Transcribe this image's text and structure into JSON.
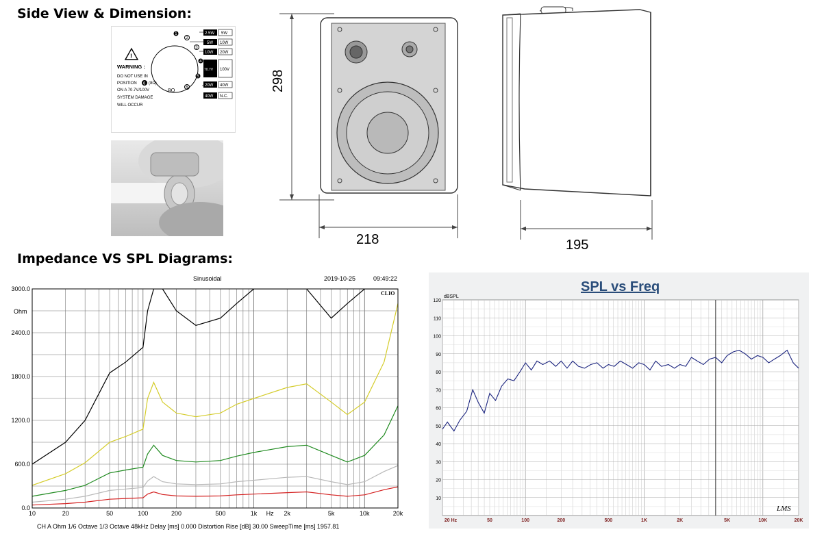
{
  "headings": {
    "side_view": "Side View & Dimension:",
    "impedance": "Impedance VS SPL Diagrams:"
  },
  "label_panel": {
    "warning_title": "WARNING :",
    "warning_lines": [
      "DO NOT USE IN",
      "POSITION",
      "(8Ω)",
      "ON A 70.7V/100V",
      "SYSTEM DAMAGE",
      "WILL OCCUR"
    ],
    "position_marker": "6",
    "ohm_label": "8Ω",
    "rows": [
      {
        "num": "1",
        "left": "2.5W",
        "right": "5W"
      },
      {
        "num": "2",
        "left": "5W",
        "right": "10W"
      },
      {
        "num": "3",
        "left": "10W",
        "right": "20W"
      },
      {
        "num": "4",
        "left": "70.7V",
        "right": "100V"
      },
      {
        "num": "5",
        "left": "20W",
        "right": "40W"
      },
      {
        "num": "",
        "left": "40W",
        "right": "N.C."
      }
    ],
    "row6_num": "6"
  },
  "dimensions": {
    "height": "298",
    "width": "218",
    "depth": "195"
  },
  "impedance_chart": {
    "header_center": "Sinusoidal",
    "header_date": "2019-10-25",
    "header_time": "09:49:22",
    "brand": "CLIO",
    "y_unit": "Ohm",
    "y_ticks": [
      "3000.0",
      "2400.0",
      "1800.0",
      "1200.0",
      "600.0",
      "0.0"
    ],
    "x_ticks": [
      "10",
      "20",
      "50",
      "100",
      "200",
      "500",
      "1k",
      "Hz",
      "2k",
      "5k",
      "10k",
      "20k"
    ],
    "footer": "CH A   Ohm    1/6 Octave   1/3 Octave   48kHz   Delay [ms] 0.000    Distortion Rise [dB] 30.00    SweepTime [ms] 1957.81"
  },
  "spl_chart": {
    "title": "SPL vs Freq",
    "y_unit": "dBSPL",
    "y_ticks": [
      "120",
      "110",
      "100",
      "90",
      "80",
      "70",
      "60",
      "50",
      "40",
      "30",
      "20",
      "10"
    ],
    "x_ticks": [
      "20 Hz",
      "50",
      "100",
      "200",
      "500",
      "1K",
      "2K",
      "5K",
      "10K",
      "20K"
    ],
    "brand": "LMS"
  },
  "chart_data": [
    {
      "type": "line",
      "title": "Sinusoidal",
      "xlabel": "Hz",
      "ylabel": "Ohm",
      "xscale": "log",
      "xlim": [
        10,
        20000
      ],
      "ylim": [
        0,
        3000
      ],
      "grid": true,
      "x": [
        10,
        20,
        30,
        50,
        70,
        100,
        110,
        125,
        150,
        200,
        300,
        500,
        700,
        1000,
        2000,
        3000,
        5000,
        7000,
        10000,
        15000,
        20000
      ],
      "series": [
        {
          "color": "#000000",
          "values": [
            600,
            900,
            1200,
            1850,
            2000,
            2200,
            2700,
            3000,
            3000,
            2700,
            2500,
            2600,
            2800,
            3000,
            3000,
            3000,
            2600,
            2800,
            3000,
            3000,
            3000
          ]
        },
        {
          "color": "#d4cc2a",
          "values": [
            310,
            470,
            620,
            900,
            980,
            1080,
            1500,
            1720,
            1450,
            1300,
            1250,
            1300,
            1420,
            1500,
            1650,
            1700,
            1450,
            1280,
            1450,
            2000,
            2800
          ]
        },
        {
          "color": "#1f8a1f",
          "values": [
            160,
            240,
            310,
            480,
            520,
            560,
            740,
            860,
            720,
            650,
            630,
            650,
            710,
            760,
            840,
            860,
            720,
            630,
            720,
            1000,
            1400
          ]
        },
        {
          "color": "#b8b8b8",
          "values": [
            80,
            120,
            160,
            240,
            260,
            280,
            370,
            430,
            360,
            330,
            320,
            330,
            360,
            380,
            420,
            430,
            360,
            320,
            360,
            500,
            580
          ]
        },
        {
          "color": "#d42020",
          "values": [
            40,
            60,
            80,
            120,
            130,
            140,
            190,
            220,
            185,
            165,
            160,
            165,
            180,
            190,
            210,
            220,
            180,
            160,
            180,
            250,
            290
          ]
        }
      ]
    },
    {
      "type": "line",
      "title": "SPL vs Freq",
      "ylabel": "dBSPL",
      "xscale": "log",
      "xlim": [
        20,
        20000
      ],
      "ylim": [
        0,
        120
      ],
      "grid": true,
      "x": [
        20,
        22,
        25,
        28,
        32,
        36,
        40,
        45,
        50,
        56,
        63,
        71,
        80,
        90,
        100,
        112,
        125,
        140,
        160,
        180,
        200,
        224,
        250,
        280,
        315,
        355,
        400,
        450,
        500,
        560,
        630,
        710,
        800,
        900,
        1000,
        1120,
        1250,
        1400,
        1600,
        1800,
        2000,
        2240,
        2500,
        2800,
        3150,
        3550,
        4000,
        4500,
        5000,
        5600,
        6300,
        7100,
        8000,
        9000,
        10000,
        11200,
        12500,
        14000,
        16000,
        18000,
        20000
      ],
      "series": [
        {
          "color": "#1a237e",
          "values": [
            48,
            52,
            47,
            53,
            58,
            70,
            63,
            57,
            68,
            64,
            72,
            76,
            75,
            80,
            85,
            81,
            86,
            84,
            86,
            83,
            86,
            82,
            86,
            83,
            82,
            84,
            85,
            82,
            84,
            83,
            86,
            84,
            82,
            85,
            84,
            81,
            86,
            83,
            84,
            82,
            84,
            83,
            88,
            86,
            84,
            87,
            88,
            85,
            89,
            91,
            92,
            90,
            87,
            89,
            88,
            85,
            87,
            89,
            92,
            85,
            82
          ]
        }
      ]
    }
  ]
}
